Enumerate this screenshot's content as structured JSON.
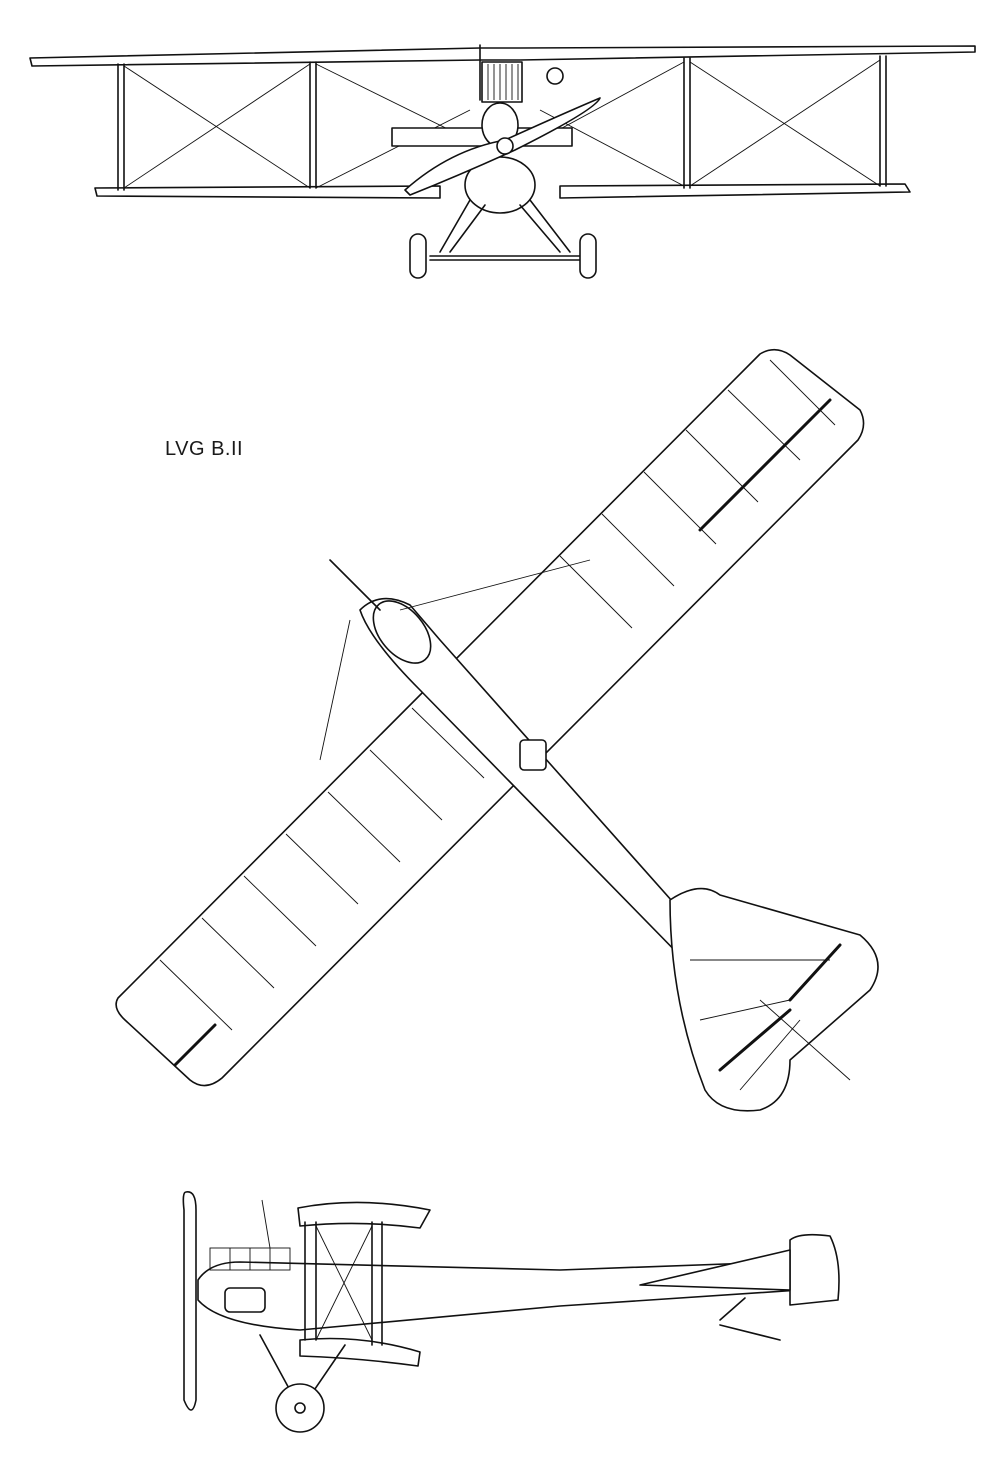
{
  "drawing": {
    "caption": "LVG B.II",
    "views": [
      "front-view",
      "top-view",
      "side-view"
    ]
  }
}
